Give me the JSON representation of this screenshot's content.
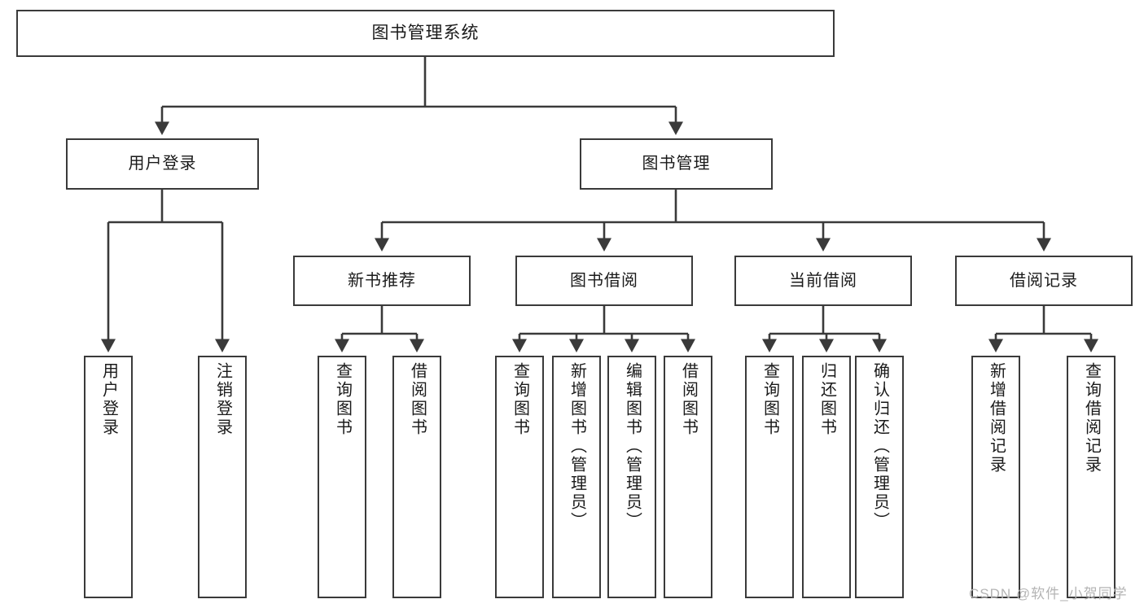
{
  "diagram": {
    "title_box": {
      "label": "图书管理系统"
    },
    "level2": [
      {
        "id": "user-login",
        "label": "用户登录"
      },
      {
        "id": "book-management",
        "label": "图书管理"
      }
    ],
    "level3": [
      {
        "id": "new-book-recommend",
        "label": "新书推荐"
      },
      {
        "id": "book-borrow",
        "label": "图书借阅"
      },
      {
        "id": "current-borrow",
        "label": "当前借阅"
      },
      {
        "id": "borrow-record",
        "label": "借阅记录"
      }
    ],
    "leaves": {
      "user_login": [
        {
          "id": "leaf-user-login",
          "label": "用户登录"
        },
        {
          "id": "leaf-logout-login",
          "label": "注销登录"
        }
      ],
      "new_book_recommend": [
        {
          "id": "leaf-query-book-1",
          "label": "查询图书"
        },
        {
          "id": "leaf-borrow-book-1",
          "label": "借阅图书"
        }
      ],
      "book_borrow": [
        {
          "id": "leaf-query-book-2",
          "label": "查询图书"
        },
        {
          "id": "leaf-add-book",
          "label": "新增图书（管理员）"
        },
        {
          "id": "leaf-edit-book",
          "label": "编辑图书（管理员）"
        },
        {
          "id": "leaf-borrow-book-2",
          "label": "借阅图书"
        }
      ],
      "current_borrow": [
        {
          "id": "leaf-query-book-3",
          "label": "查询图书"
        },
        {
          "id": "leaf-return-book",
          "label": "归还图书"
        },
        {
          "id": "leaf-confirm-return",
          "label": "确认归还（管理员）"
        }
      ],
      "borrow_record": [
        {
          "id": "leaf-add-record",
          "label": "新增借阅记录"
        },
        {
          "id": "leaf-query-record",
          "label": "查询借阅记录"
        }
      ]
    }
  },
  "watermark": {
    "text": "CSDN @软件_小贺同学"
  },
  "colors": {
    "box_border": "#3a3a3a",
    "box_fill": "#ffffff",
    "connector": "#3a3a3a",
    "text": "#1a1a1a",
    "watermark": "#b4b4b4"
  }
}
